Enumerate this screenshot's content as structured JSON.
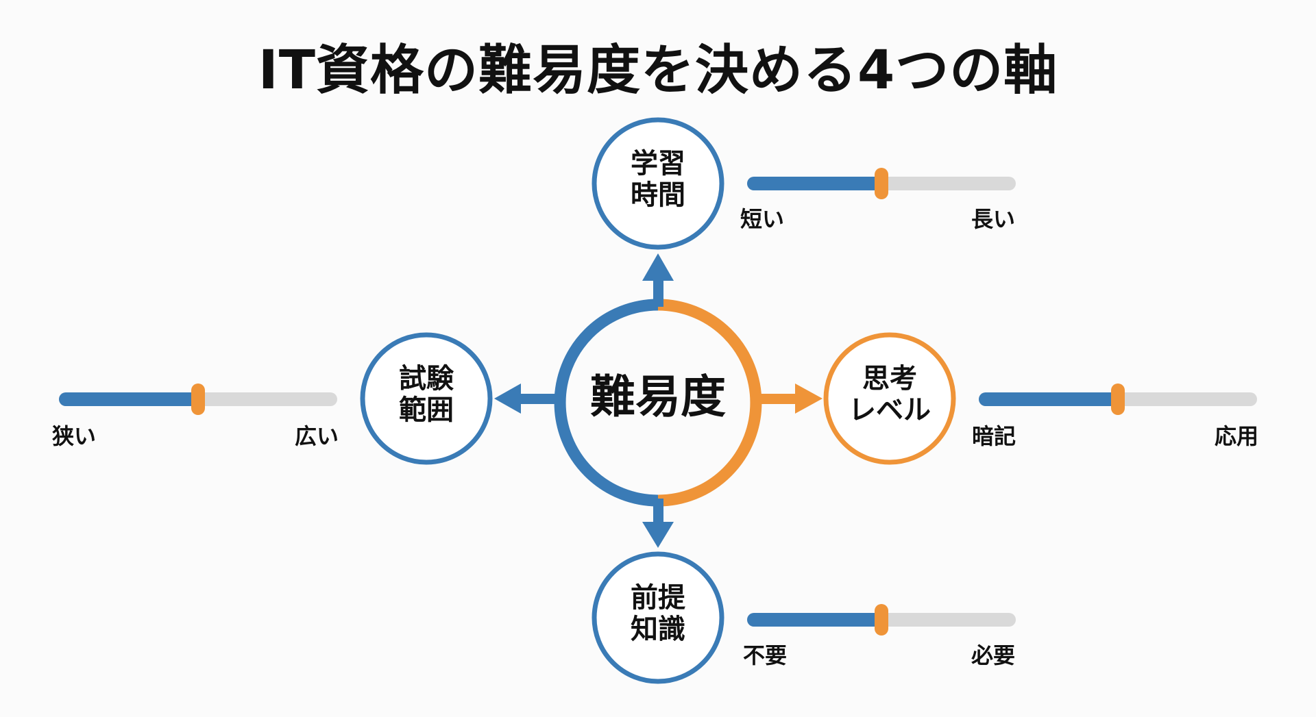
{
  "title": "IT資格の難易度を決める4つの軸",
  "colors": {
    "blue": "#3a7bb6",
    "orange": "#ef9438",
    "track": "#d9d9d9",
    "text": "#111111"
  },
  "center": {
    "label": "難易度"
  },
  "axes": [
    {
      "id": "study-time",
      "label_lines": [
        "学習",
        "時間"
      ],
      "ring_color": "blue",
      "direction": "up",
      "slider": {
        "min_label": "短い",
        "max_label": "長い",
        "value": 0.5
      }
    },
    {
      "id": "exam-scope",
      "label_lines": [
        "試験",
        "範囲"
      ],
      "ring_color": "blue",
      "direction": "left",
      "slider": {
        "min_label": "狭い",
        "max_label": "広い",
        "value": 0.5
      }
    },
    {
      "id": "thinking-level",
      "label_lines": [
        "思考",
        "レベル"
      ],
      "ring_color": "orange",
      "direction": "right",
      "slider": {
        "min_label": "暗記",
        "max_label": "応用",
        "value": 0.5
      }
    },
    {
      "id": "prerequisite-knowledge",
      "label_lines": [
        "前提",
        "知識"
      ],
      "ring_color": "blue",
      "direction": "down",
      "slider": {
        "min_label": "不要",
        "max_label": "必要",
        "value": 0.5
      }
    }
  ]
}
